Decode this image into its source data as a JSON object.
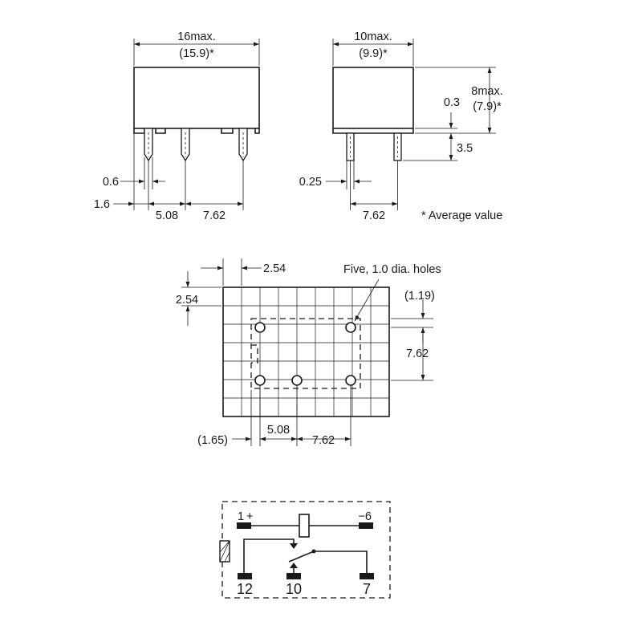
{
  "front_view": {
    "width_max": "16max.",
    "width_avg": "(15.9)*",
    "pin_width": "0.6",
    "pin_offset": "1.6",
    "pitch_a": "5.08",
    "pitch_b": "7.62"
  },
  "side_view": {
    "width_max": "10max.",
    "width_avg": "(9.9)*",
    "height_max": "8max.",
    "height_avg": "(7.9)*",
    "standoff": "0.3",
    "pin_length": "3.5",
    "pin_thickness": "0.25",
    "pin_pitch": "7.62",
    "footnote": "* Average value"
  },
  "pcb_layout": {
    "grid_x": "2.54",
    "grid_y": "2.54",
    "holes_note": "Five, 1.0 dia. holes",
    "offset_top": "(1.19)",
    "row_pitch": "7.62",
    "offset_left": "(1.65)",
    "pitch_a": "5.08",
    "pitch_b": "7.62"
  },
  "schematic": {
    "pin_1": "1",
    "plus_sign": "+",
    "pin_6": "−6",
    "pin_12": "12",
    "pin_10": "10",
    "pin_7": "7"
  }
}
